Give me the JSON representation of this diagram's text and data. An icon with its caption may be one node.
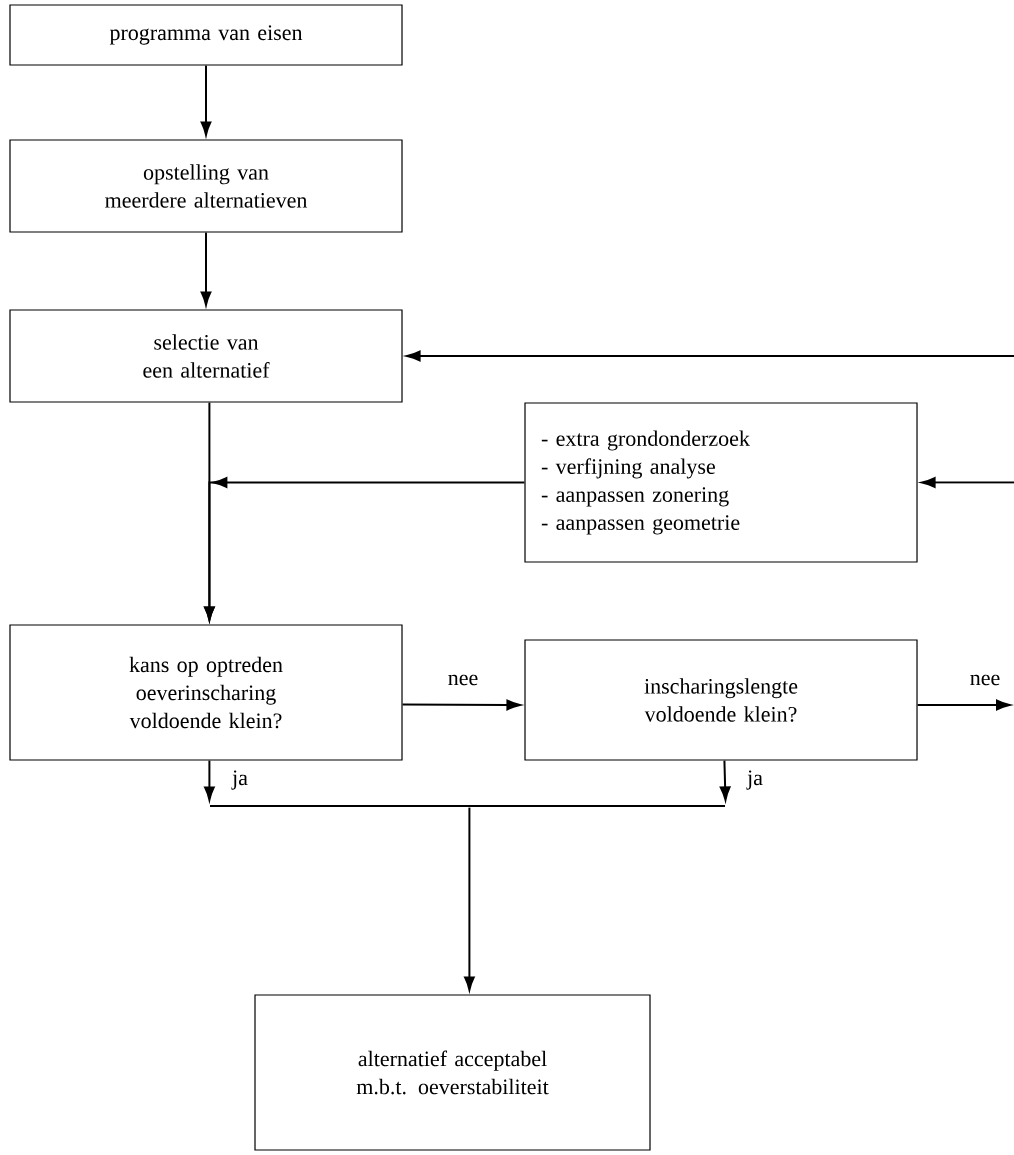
{
  "diagram": {
    "nodes": [
      {
        "text": [
          "programma van eisen"
        ]
      },
      {
        "text": [
          "opstelling van meerdere alternatieven"
        ]
      },
      {
        "text": [
          "selectie van een alternatief"
        ]
      },
      {
        "text": [
          "- extra grondonderzoek",
          "- verfijning analyse",
          "- aanpassen zonering",
          "- aanpassen geometrie"
        ]
      },
      {
        "text": [
          "kans op optreden oeverinscharing voldoende klein?"
        ]
      },
      {
        "text": [
          "inscharingslengte voldoende klein?"
        ]
      },
      {
        "text": [
          "alternatief acceptabel m.b.t. oeverstabiliteit"
        ]
      },
      {
        "text": [],
        "shape": "bar"
      }
    ],
    "edges": [
      {
        "from": 0,
        "to": 1,
        "arrow": "to"
      },
      {
        "from": 1,
        "to": 2,
        "arrow": "to"
      },
      {
        "from": 2,
        "to": 4,
        "arrow": "to"
      },
      {
        "from": 3,
        "to": 4,
        "arrow": "to"
      },
      {
        "from": 4,
        "to": 5,
        "arrow": "to",
        "label": "nee"
      },
      {
        "from": 5,
        "to": null,
        "arrow": "to",
        "label": "nee"
      },
      {
        "from": null,
        "to": 2,
        "arrow": "to"
      },
      {
        "from": null,
        "to": 3,
        "arrow": "to"
      },
      {
        "from": 4,
        "to": 7,
        "arrow": "to",
        "label": "ja"
      },
      {
        "from": 5,
        "to": 7,
        "arrow": "to",
        "label": "ja"
      },
      {
        "from": 7,
        "to": 6,
        "arrow": "to"
      }
    ]
  }
}
